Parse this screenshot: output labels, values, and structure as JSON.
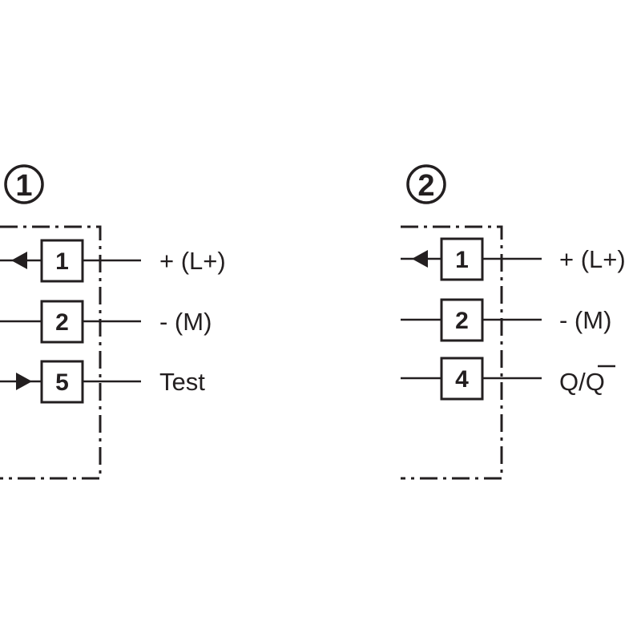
{
  "diagrams": [
    {
      "marker": "1",
      "pins": [
        {
          "number": "1",
          "label": "+ (L+)",
          "arrow": "out"
        },
        {
          "number": "2",
          "label": "- (M)",
          "arrow": "none"
        },
        {
          "number": "5",
          "label": "Test",
          "arrow": "in"
        }
      ]
    },
    {
      "marker": "2",
      "pins": [
        {
          "number": "1",
          "label": "+ (L+)",
          "arrow": "out"
        },
        {
          "number": "2",
          "label": "- (M)",
          "arrow": "none"
        },
        {
          "number": "4",
          "label": "Q/Q",
          "arrow": "none",
          "overline_last_char": true
        }
      ]
    }
  ],
  "colors": {
    "ink": "#231f20",
    "background": "#ffffff"
  }
}
